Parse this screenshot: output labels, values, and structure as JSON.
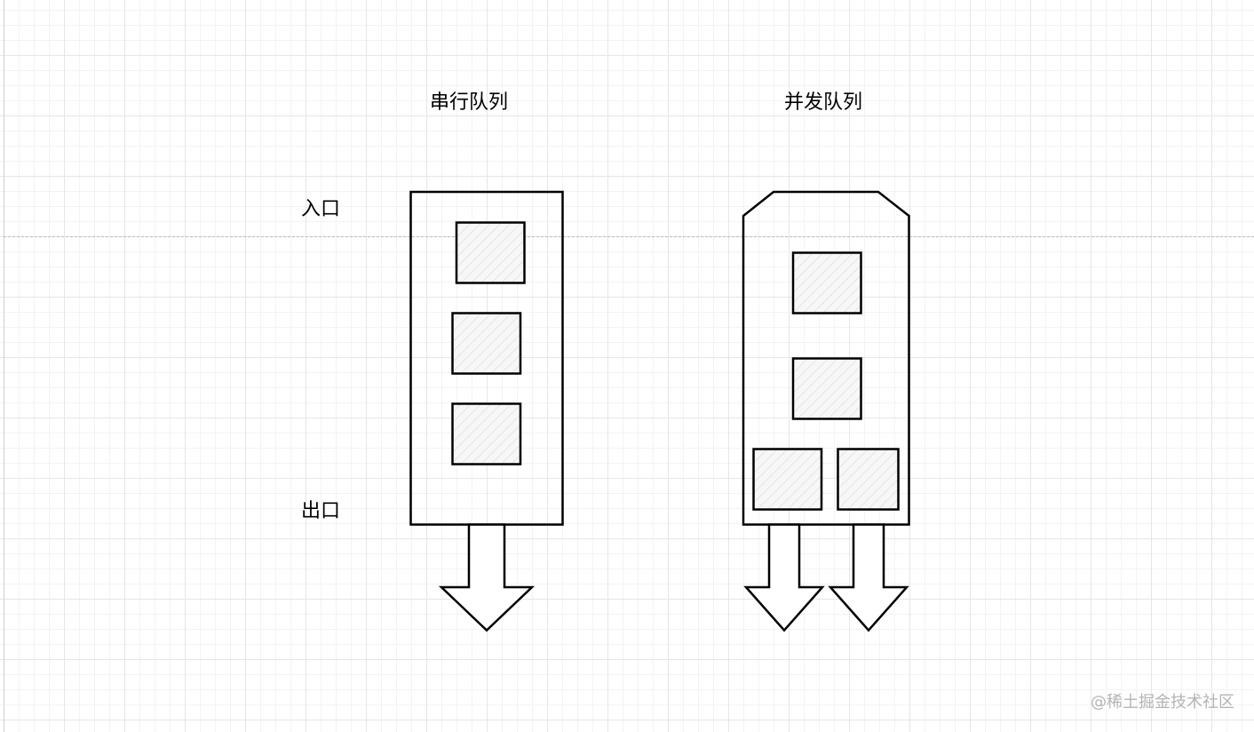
{
  "diagram": {
    "serial_queue_title": "串行队列",
    "concurrent_queue_title": "并发队列",
    "entry_label": "入口",
    "exit_label": "出口"
  },
  "watermark": "@稀土掘金技术社区"
}
